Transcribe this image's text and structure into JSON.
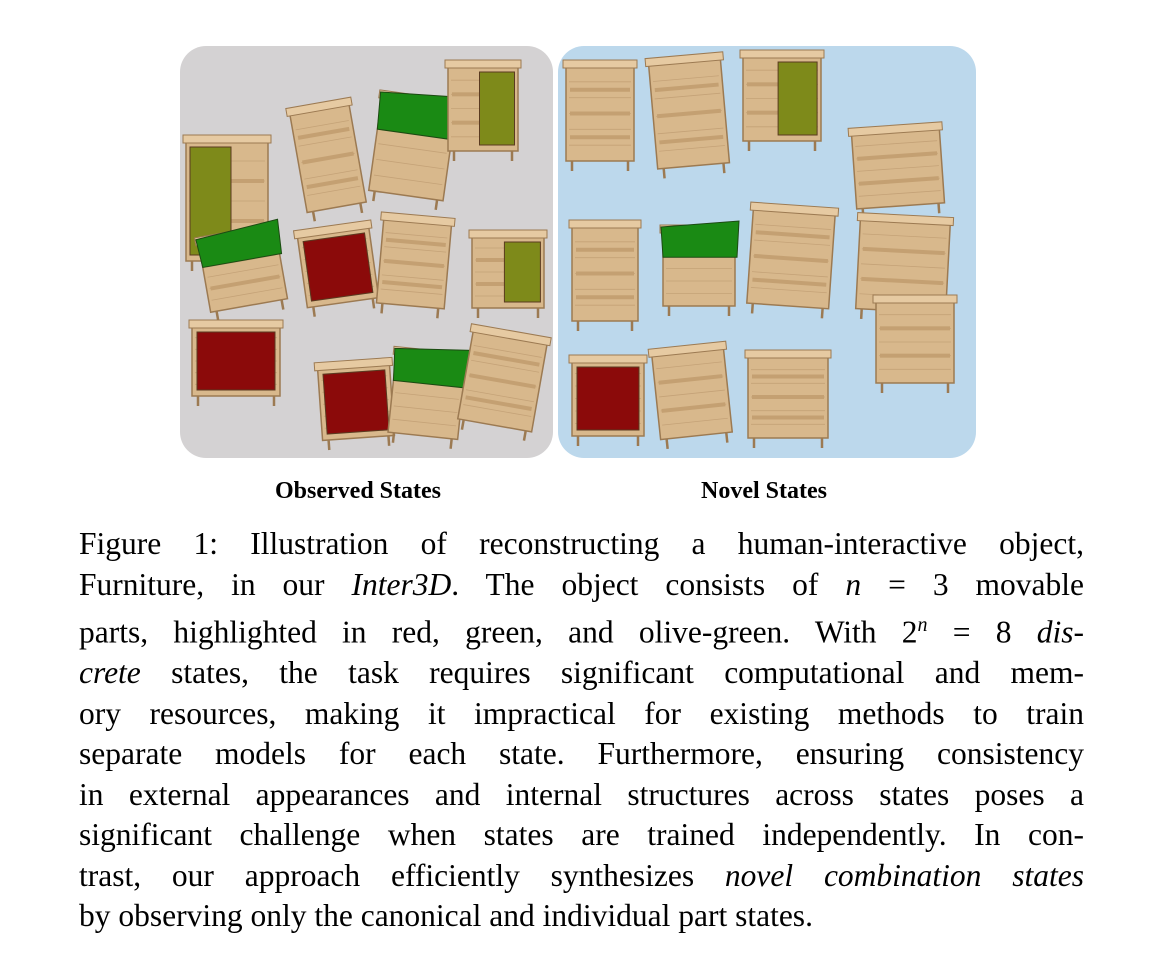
{
  "figure": {
    "panels": [
      {
        "label": "Observed States"
      },
      {
        "label": "Novel States"
      }
    ],
    "part_colors": {
      "red": "#8b0a0a",
      "green": "#1a8a14",
      "olive_green": "#7e8a1a"
    },
    "wood_color": "#d8b88c",
    "observed_bg": "#d4d2d3",
    "novel_bg": "#bcd8ec"
  },
  "caption": {
    "lines": [
      [
        "Figure 1: Illustration of reconstructing a human-interactive object,"
      ],
      [
        "Furniture, in our ",
        {
          "i": "Inter3D"
        },
        ". The object consists of ",
        {
          "i": "n"
        },
        " = 3 movable"
      ],
      [
        "parts, highlighted in red, green, and olive-green. With 2",
        {
          "sup": "n"
        },
        " = 8 ",
        {
          "i": "dis-"
        }
      ],
      [
        {
          "i": "crete"
        },
        " states, the task requires significant computational and mem-"
      ],
      [
        "ory resources, making it impractical for existing methods to train"
      ],
      [
        "separate models for each state. Furthermore, ensuring consistency"
      ],
      [
        "in external appearances and internal structures across states poses a"
      ],
      [
        "significant challenge when states are trained independently. In con-"
      ],
      [
        "trast, our approach efficiently synthesizes ",
        {
          "i": "novel combination states"
        }
      ],
      [
        "by observing only the canonical and individual part states."
      ]
    ]
  }
}
